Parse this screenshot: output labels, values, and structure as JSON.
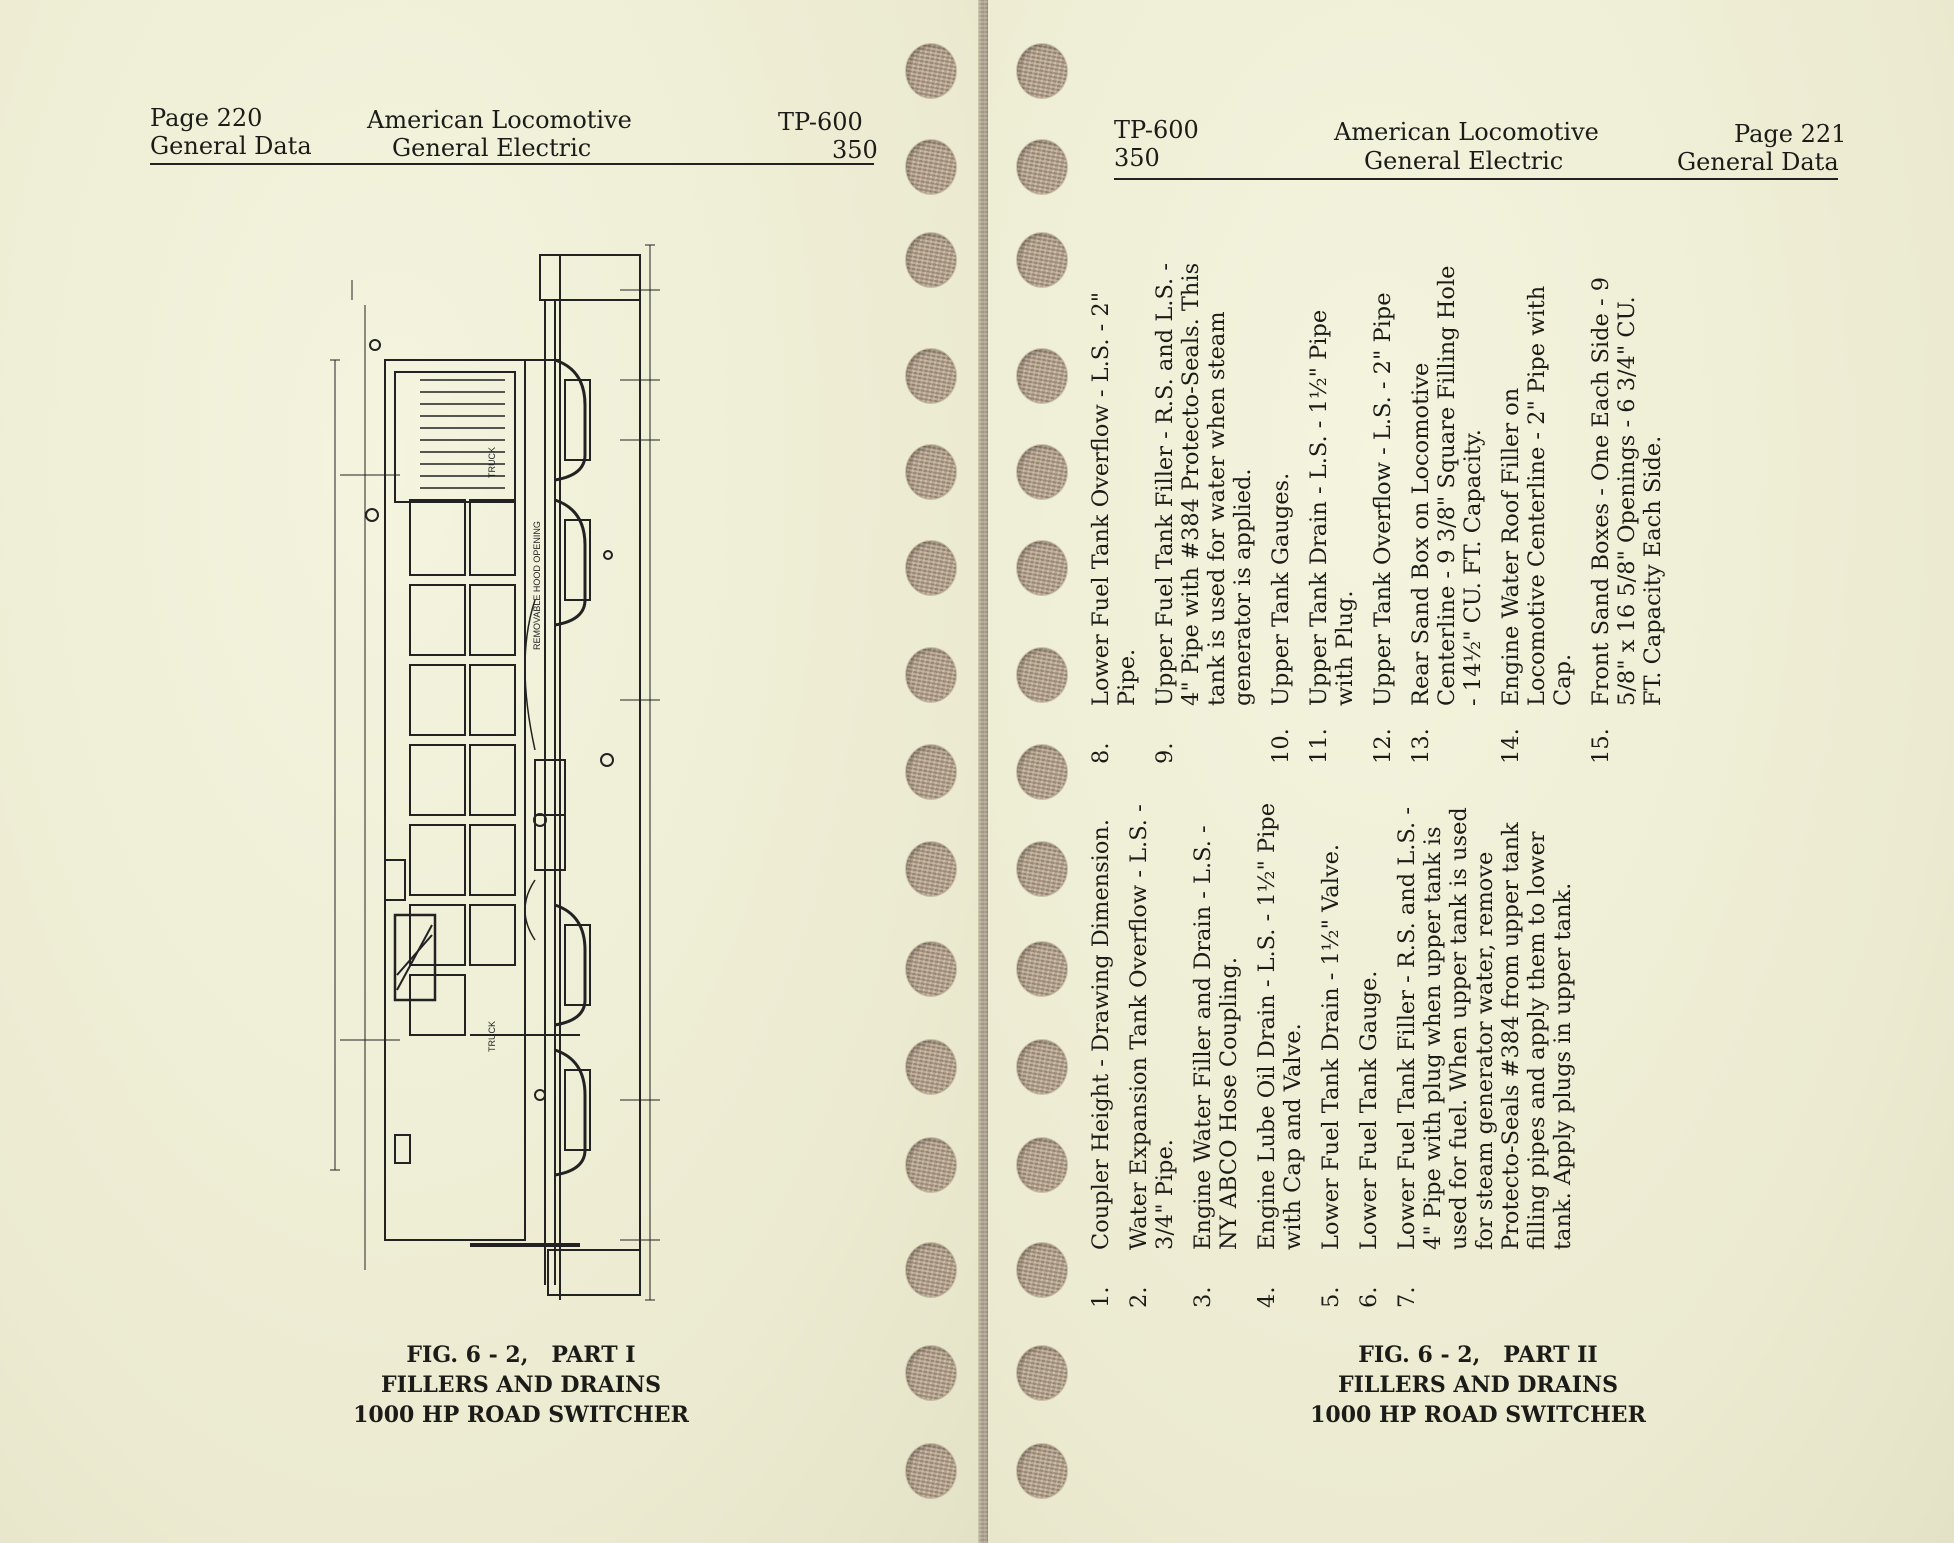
{
  "left_page": {
    "header": {
      "page_num": "Page 220",
      "section": "General Data",
      "company_line1": "American Locomotive",
      "company_line2": "General Electric",
      "model": "TP-600",
      "model_num": "350"
    },
    "caption": {
      "line1": "FIG. 6 - 2,   PART I",
      "line2": "FILLERS AND DRAINS",
      "line3": "1000 HP ROAD SWITCHER"
    },
    "drawing_labels": {
      "truck_front": "TRUCK",
      "truck_rear": "TRUCK",
      "hood_opening": "REMOVABLE HOOD OPENING"
    }
  },
  "right_page": {
    "header": {
      "model": "TP-600",
      "model_num": "350",
      "company_line1": "American Locomotive",
      "company_line2": "General Electric",
      "page_num": "Page 221",
      "section": "General Data"
    },
    "caption": {
      "line1": "FIG. 6 - 2,   PART II",
      "line2": "FILLERS AND DRAINS",
      "line3": "1000 HP ROAD SWITCHER"
    },
    "items_col1": [
      {
        "num": "1.",
        "text": "Coupler Height - Drawing Dimension."
      },
      {
        "num": "2.",
        "text": "Water Expansion Tank Overflow - L.S. - 3/4\" Pipe."
      },
      {
        "num": "3.",
        "text": "Engine Water Filler and Drain - L.S. - NY ABCO Hose Coupling."
      },
      {
        "num": "4.",
        "text": "Engine Lube Oil Drain - L.S. - 1½\" Pipe with Cap and Valve."
      },
      {
        "num": "5.",
        "text": "Lower Fuel Tank Drain - 1½\" Valve."
      },
      {
        "num": "6.",
        "text": "Lower Fuel Tank Gauge."
      },
      {
        "num": "7.",
        "text": "Lower Fuel Tank Filler - R.S. and L.S. - 4\" Pipe with plug when upper tank is used for fuel. When upper tank is used for steam generator water, remove Protecto-Seals #384 from upper tank filling pipes and apply them to lower tank. Apply plugs in upper tank."
      }
    ],
    "items_col2": [
      {
        "num": "8.",
        "text": "Lower Fuel Tank Overflow - L.S. - 2\" Pipe."
      },
      {
        "num": "9.",
        "text": "Upper Fuel Tank Filler - R.S. and L.S. - 4\" Pipe with #384 Protecto-Seals. This tank is used for water when steam generator is applied."
      },
      {
        "num": "10.",
        "text": "Upper Tank Gauges."
      },
      {
        "num": "11.",
        "text": "Upper Tank Drain - L.S. - 1½\" Pipe with Plug."
      },
      {
        "num": "12.",
        "text": "Upper Tank Overflow - L.S. - 2\" Pipe"
      },
      {
        "num": "13.",
        "text": "Rear Sand Box on Locomotive Centerline - 9 3/8\" Square Filling Hole - 14½\" CU. FT. Capacity."
      },
      {
        "num": "14.",
        "text": "Engine Water Roof Filler on Locomotive Centerline - 2\" Pipe with Cap."
      },
      {
        "num": "15.",
        "text": "Front Sand Boxes - One Each Side - 9 5/8\" x 16 5/8\" Openings - 6 3/4\" CU. FT. Capacity Each Side."
      }
    ]
  }
}
